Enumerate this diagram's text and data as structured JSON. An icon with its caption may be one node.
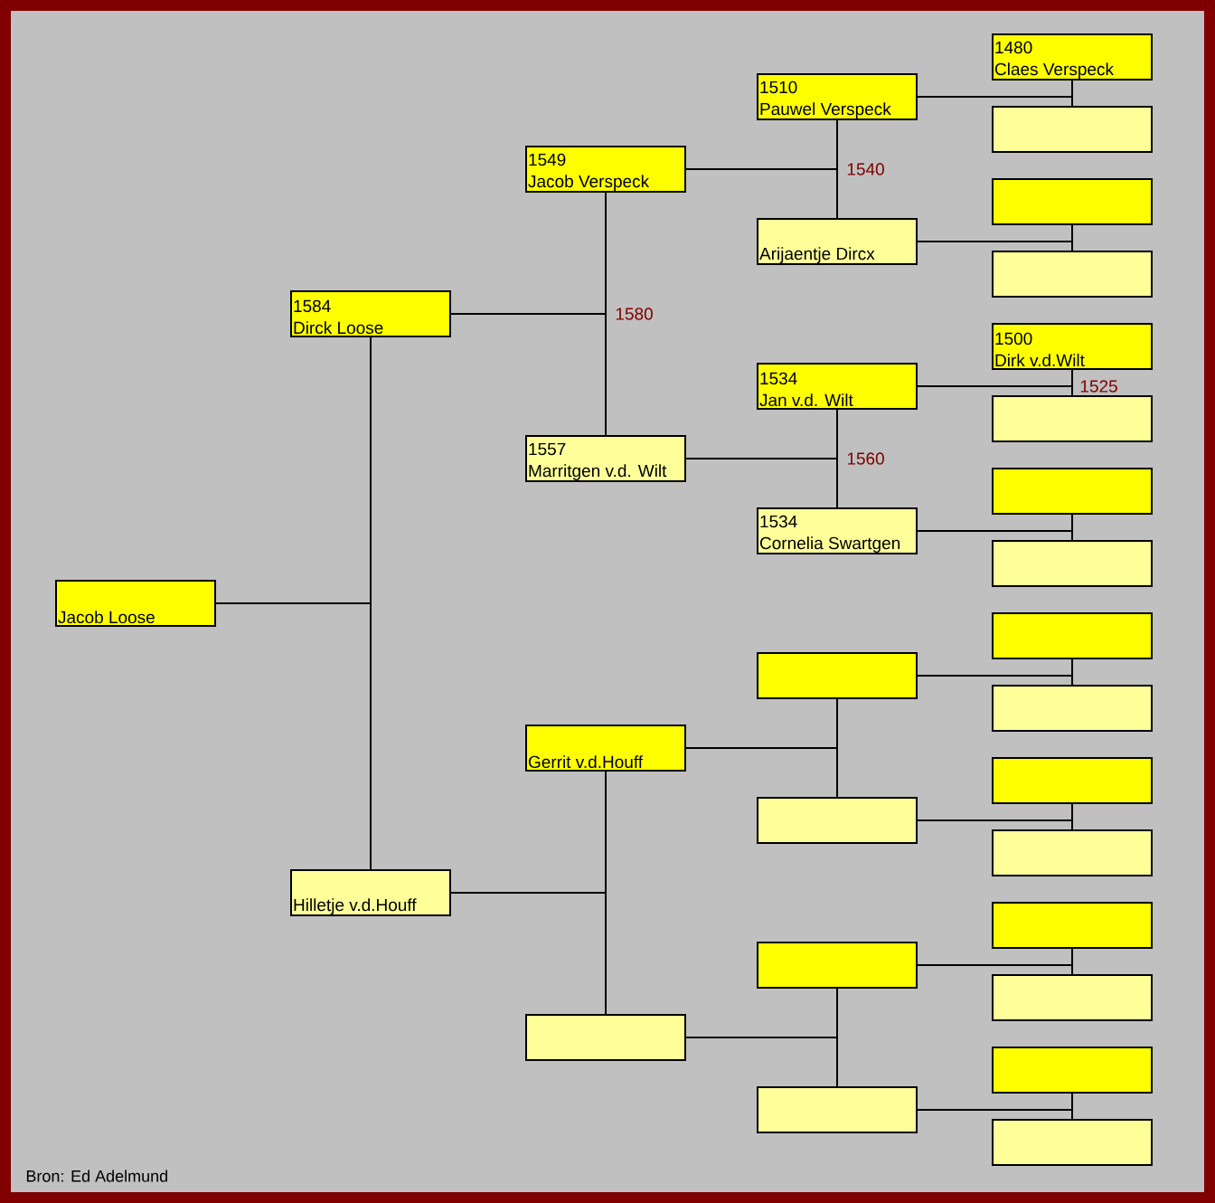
{
  "diagram": {
    "caption": "Bron: Ed Adelmund",
    "nodes": [
      {
        "text": [
          "Jacob Loose"
        ]
      },
      {
        "text": [
          "1584",
          "Dirck Loose"
        ]
      },
      {
        "text": [
          "Hilletje v.d.Houff"
        ]
      },
      {
        "text": [
          "1549",
          "Jacob Verspeck"
        ]
      },
      {
        "text": [
          "1557",
          "Marritgen v.d. Wilt"
        ]
      },
      {
        "text": [
          "Gerrit v.d.Houff"
        ]
      },
      {
        "text": [],
        "shape": "box"
      },
      {
        "text": [
          "1510",
          "Pauwel Verspeck"
        ]
      },
      {
        "text": [
          "Arijaentje Dircx"
        ]
      },
      {
        "text": [
          "1534",
          "Jan v.d. Wilt"
        ]
      },
      {
        "text": [
          "1534",
          "Cornelia Swartgen"
        ]
      },
      {
        "text": [],
        "shape": "box"
      },
      {
        "text": [],
        "shape": "box"
      },
      {
        "text": [],
        "shape": "box"
      },
      {
        "text": [],
        "shape": "box"
      },
      {
        "text": [
          "1480",
          "Claes Verspeck"
        ]
      },
      {
        "text": [],
        "shape": "box"
      },
      {
        "text": [],
        "shape": "box"
      },
      {
        "text": [],
        "shape": "box"
      },
      {
        "text": [
          "1500",
          "Dirk v.d.Wilt"
        ]
      },
      {
        "text": [],
        "shape": "box"
      },
      {
        "text": [],
        "shape": "box"
      },
      {
        "text": [],
        "shape": "box"
      },
      {
        "text": [],
        "shape": "box"
      },
      {
        "text": [],
        "shape": "box"
      },
      {
        "text": [],
        "shape": "box"
      },
      {
        "text": [],
        "shape": "box"
      },
      {
        "text": [],
        "shape": "box"
      },
      {
        "text": [],
        "shape": "box"
      },
      {
        "text": [],
        "shape": "box"
      },
      {
        "text": [],
        "shape": "box"
      }
    ],
    "edges": [
      {
        "from": 0,
        "to": 1,
        "arrow": "none"
      },
      {
        "from": 0,
        "to": 2,
        "arrow": "none"
      },
      {
        "from": 1,
        "to": 3,
        "arrow": "none"
      },
      {
        "from": 1,
        "to": 4,
        "arrow": "none"
      },
      {
        "from": 2,
        "to": 5,
        "arrow": "none"
      },
      {
        "from": 2,
        "to": 6,
        "arrow": "none"
      },
      {
        "from": 3,
        "to": 7,
        "arrow": "none"
      },
      {
        "from": 3,
        "to": 8,
        "arrow": "none"
      },
      {
        "from": 4,
        "to": 9,
        "arrow": "none"
      },
      {
        "from": 4,
        "to": 10,
        "arrow": "none"
      },
      {
        "from": 5,
        "to": 11,
        "arrow": "none"
      },
      {
        "from": 5,
        "to": 12,
        "arrow": "none"
      },
      {
        "from": 6,
        "to": 13,
        "arrow": "none"
      },
      {
        "from": 6,
        "to": 14,
        "arrow": "none"
      },
      {
        "from": 7,
        "to": 15,
        "arrow": "none"
      },
      {
        "from": 7,
        "to": 16,
        "arrow": "none"
      },
      {
        "from": 8,
        "to": 17,
        "arrow": "none"
      },
      {
        "from": 8,
        "to": 18,
        "arrow": "none"
      },
      {
        "from": 9,
        "to": 19,
        "arrow": "none"
      },
      {
        "from": 9,
        "to": 20,
        "arrow": "none"
      },
      {
        "from": 10,
        "to": 21,
        "arrow": "none"
      },
      {
        "from": 10,
        "to": 22,
        "arrow": "none"
      },
      {
        "from": 11,
        "to": 23,
        "arrow": "none"
      },
      {
        "from": 11,
        "to": 24,
        "arrow": "none"
      },
      {
        "from": 12,
        "to": 25,
        "arrow": "none"
      },
      {
        "from": 12,
        "to": 26,
        "arrow": "none"
      },
      {
        "from": 13,
        "to": 27,
        "arrow": "none"
      },
      {
        "from": 13,
        "to": 28,
        "arrow": "none"
      },
      {
        "from": 14,
        "to": 29,
        "arrow": "none"
      },
      {
        "from": 14,
        "to": 30,
        "arrow": "none"
      }
    ],
    "labels": [
      "1540",
      "1580",
      "1525",
      "1560"
    ]
  }
}
